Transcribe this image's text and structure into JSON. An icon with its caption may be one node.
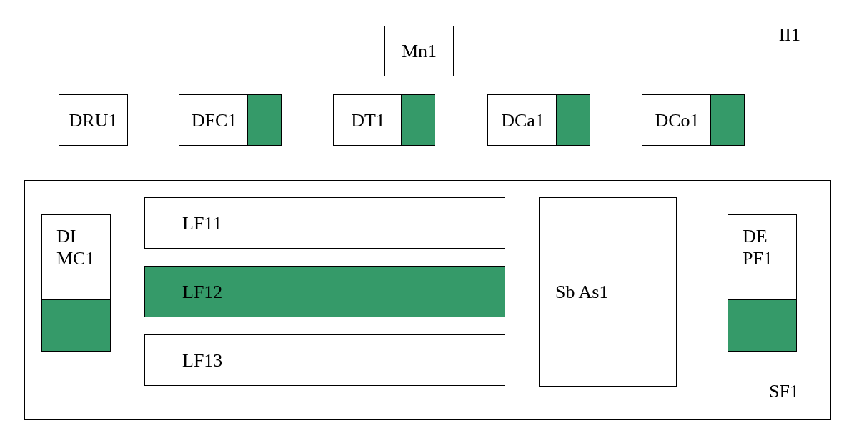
{
  "diagram": {
    "nodes": [
      {
        "text": [
          "II1"
        ]
      },
      {
        "text": [
          "Mn1"
        ],
        "in": 0
      },
      {
        "text": [
          "DRU1"
        ],
        "in": 0
      },
      {
        "text": [
          "DFC1"
        ],
        "in": 0
      },
      {
        "text": [
          "DT1"
        ],
        "in": 0
      },
      {
        "text": [
          "DCa1"
        ],
        "in": 0
      },
      {
        "text": [
          "DCo1"
        ],
        "in": 0
      },
      {
        "text": [
          "SF1"
        ],
        "in": 0
      },
      {
        "text": [
          "DI MC1"
        ],
        "in": 7
      },
      {
        "text": [
          "LF11"
        ],
        "in": 7
      },
      {
        "text": [
          "LF12"
        ],
        "in": 7
      },
      {
        "text": [
          "LF13"
        ],
        "in": 7
      },
      {
        "text": [
          "Sb As1"
        ],
        "in": 7
      },
      {
        "text": [
          "DE PF1"
        ],
        "in": 7
      }
    ]
  }
}
